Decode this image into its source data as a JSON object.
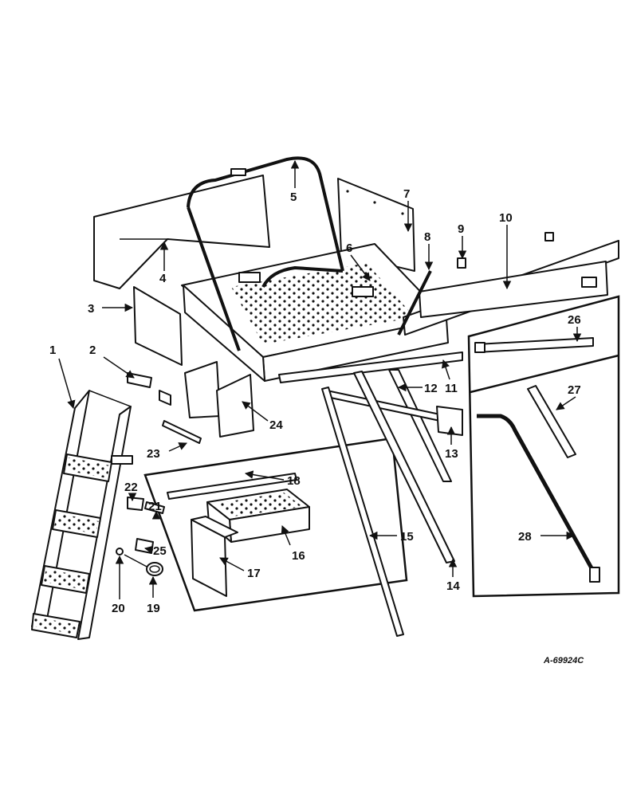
{
  "figure_code": "A-69924C",
  "callouts": [
    "1",
    "2",
    "3",
    "4",
    "5",
    "6",
    "7",
    "8",
    "9",
    "10",
    "11",
    "12",
    "13",
    "14",
    "15",
    "16",
    "17",
    "18",
    "19",
    "20",
    "21",
    "22",
    "23",
    "24",
    "25",
    "26",
    "27",
    "28"
  ]
}
